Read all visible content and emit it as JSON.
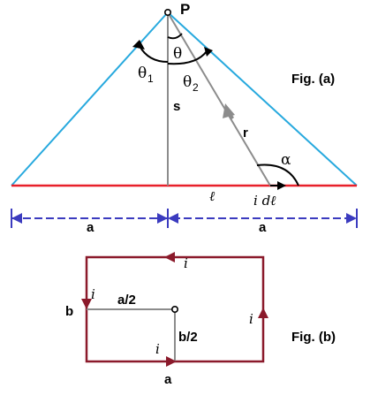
{
  "fig_a": {
    "caption": "Fig. (a)",
    "point_label": "P",
    "theta": "θ",
    "theta1": "θ",
    "theta1_sub": "1",
    "theta2": "θ",
    "theta2_sub": "2",
    "s_label": "s",
    "r_label": "r",
    "alpha_label": "α",
    "ell_label": "ℓ",
    "current_element": "i dℓ",
    "half_width_left": "a",
    "half_width_right": "a"
  },
  "fig_b": {
    "caption": "Fig. (b)",
    "current_top": "i",
    "current_left": "i",
    "current_right": "i",
    "current_bottom": "i",
    "side_b": "b",
    "half_a": "a/2",
    "half_b": "b/2",
    "side_a": "a"
  },
  "colors": {
    "triangle_sides": "#27a9de",
    "base_line": "#e8202a",
    "dimension": "#3b3bbf",
    "loop": "#8b1a2b",
    "gray": "#8c8c8c"
  }
}
